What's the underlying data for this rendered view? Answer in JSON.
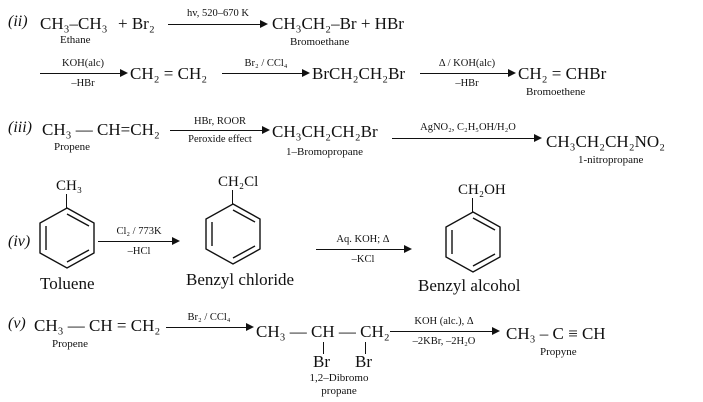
{
  "r2": {
    "tag": "(ii)",
    "ethane": "CH₃–CH₃",
    "plus_br2": "+ Br₂",
    "cond1": "hv, 520–670 K",
    "product1": "CH₃CH₂–Br + HBr",
    "ethane_label": "Ethane",
    "bromoethane_label": "Bromoethane",
    "cond2_top": "KOH(alc)",
    "cond2_bot": "–HBr",
    "ethene": "CH₂ = CH₂",
    "cond3_top": "Br₂ / CCl₄",
    "dibromide": "BrCH₂CH₂Br",
    "cond4_top": "Δ / KOH(alc)",
    "cond4_bot": "–HBr",
    "bromoethene": "CH₂ = CHBr",
    "bromoethene_label": "Bromoethene"
  },
  "r3": {
    "tag": "(iii)",
    "propene": "CH₃ — CH=CH₂",
    "propene_label": "Propene",
    "cond1_top": "HBr, ROOR",
    "cond1_bot": "Peroxide effect",
    "bromopropane": "CH₃CH₂CH₂Br",
    "bromopropane_label": "1–Bromopropane",
    "cond2_top": "AgNO₂, C₂H₅OH/H₂O",
    "nitropropane": "CH₃CH₂CH₂NO₂",
    "nitropropane_label": "1-nitropropane"
  },
  "r4": {
    "tag": "(iv)",
    "toluene_sub": "CH₃",
    "toluene_label": "Toluene",
    "cond1_top": "Cl₂ / 773K",
    "cond1_bot": "–HCl",
    "benzyl_chloride_sub": "CH₂Cl",
    "benzyl_chloride_label": "Benzyl chloride",
    "cond2_top": "Aq. KOH; Δ",
    "cond2_bot": "–KCl",
    "benzyl_alcohol_sub": "CH₂OH",
    "benzyl_alcohol_label": "Benzyl alcohol"
  },
  "r5": {
    "tag": "(v)",
    "propene": "CH₃ — CH = CH₂",
    "propene_label": "Propene",
    "cond1_top": "Br₂ / CCl₄",
    "dibromo_chain": "CH₃ — CH — CH₂",
    "br1": "Br",
    "br2": "Br",
    "dibromo_label_1": "1,2–Dibromo",
    "dibromo_label_2": "propane",
    "cond2_top": "KOH (alc.), Δ",
    "cond2_bot": "–2KBr, –2H₂O",
    "propyne": "CH₃ – C ≡ CH",
    "propyne_label": "Propyne"
  }
}
